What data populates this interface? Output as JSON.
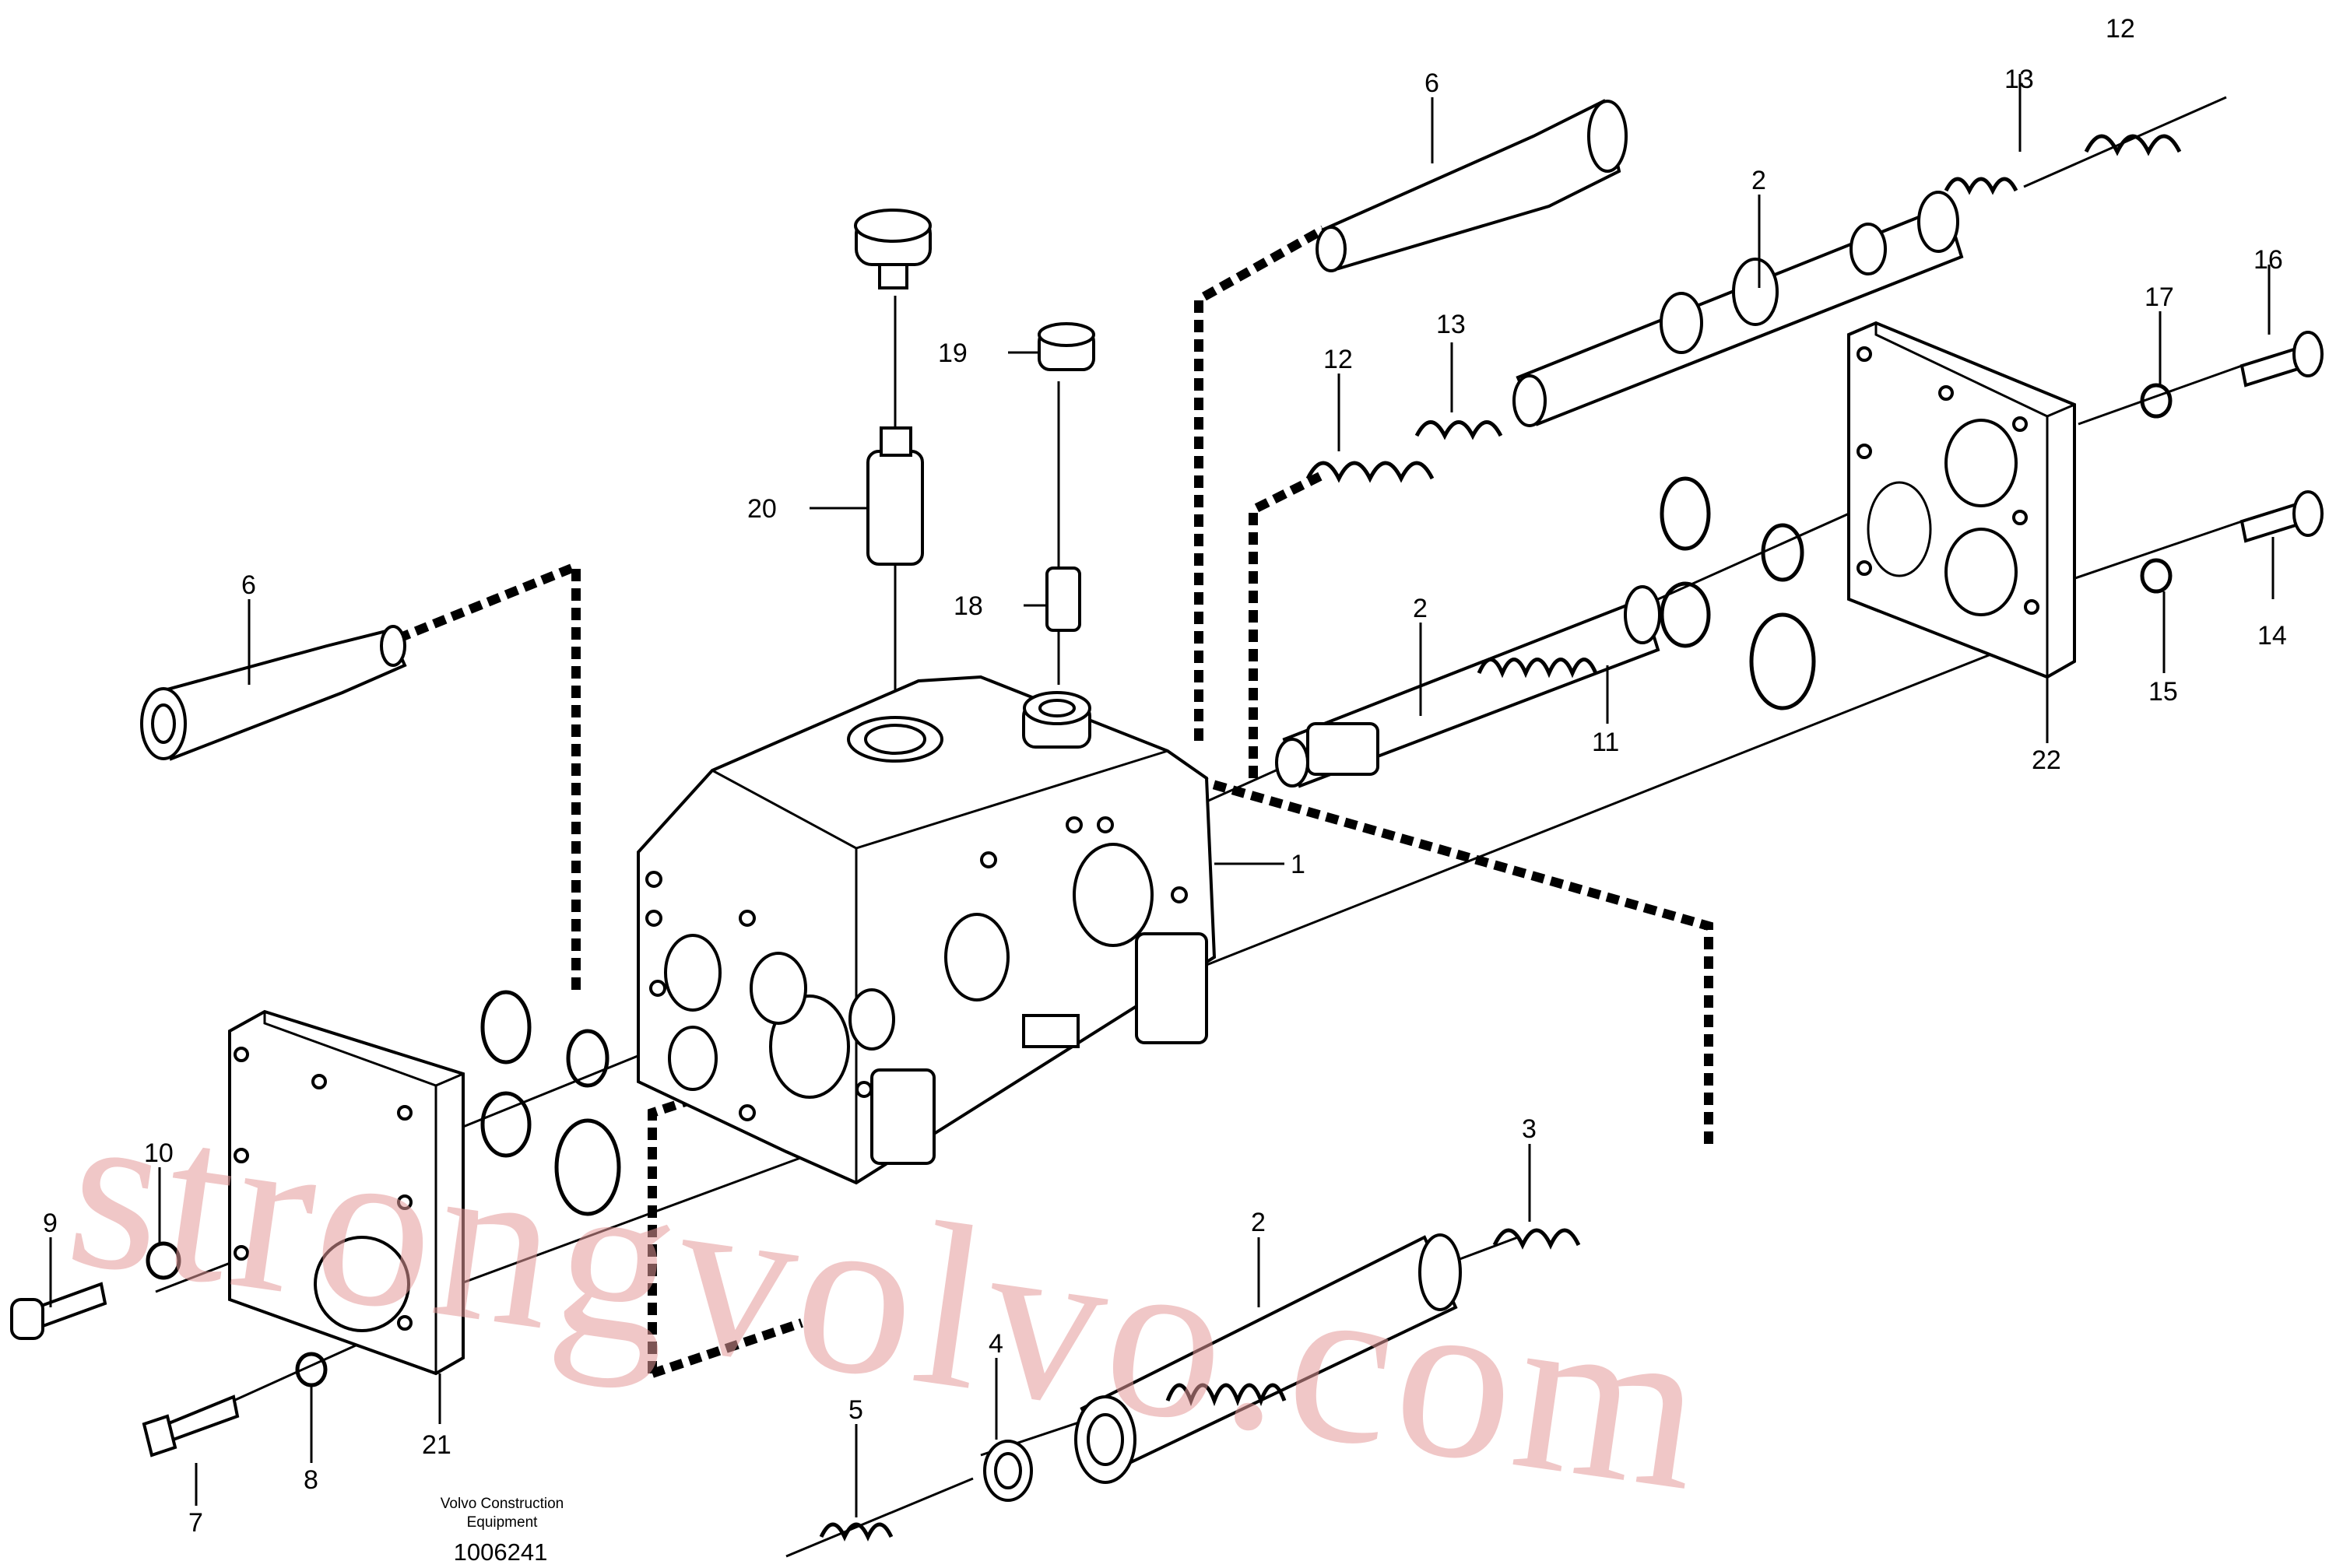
{
  "callouts": [
    {
      "id": "c1",
      "text": "1"
    },
    {
      "id": "c2a",
      "text": "2"
    },
    {
      "id": "c2b",
      "text": "2"
    },
    {
      "id": "c2c",
      "text": "2"
    },
    {
      "id": "c3",
      "text": "3"
    },
    {
      "id": "c4",
      "text": "4"
    },
    {
      "id": "c5",
      "text": "5"
    },
    {
      "id": "c6a",
      "text": "6"
    },
    {
      "id": "c6b",
      "text": "6"
    },
    {
      "id": "c7",
      "text": "7"
    },
    {
      "id": "c8",
      "text": "8"
    },
    {
      "id": "c9",
      "text": "9"
    },
    {
      "id": "c10",
      "text": "10"
    },
    {
      "id": "c11",
      "text": "11"
    },
    {
      "id": "c12a",
      "text": "12"
    },
    {
      "id": "c12b",
      "text": "12"
    },
    {
      "id": "c13a",
      "text": "13"
    },
    {
      "id": "c13b",
      "text": "13"
    },
    {
      "id": "c14",
      "text": "14"
    },
    {
      "id": "c15",
      "text": "15"
    },
    {
      "id": "c16",
      "text": "16"
    },
    {
      "id": "c17",
      "text": "17"
    },
    {
      "id": "c18",
      "text": "18"
    },
    {
      "id": "c19",
      "text": "19"
    },
    {
      "id": "c20",
      "text": "20"
    },
    {
      "id": "c21",
      "text": "21"
    },
    {
      "id": "c22",
      "text": "22"
    }
  ],
  "caption": {
    "line1": "Volvo Construction",
    "line2": "Equipment",
    "number": "1006241"
  },
  "watermark": {
    "text": "strongvolvo.com",
    "color": "#e49a9a"
  }
}
